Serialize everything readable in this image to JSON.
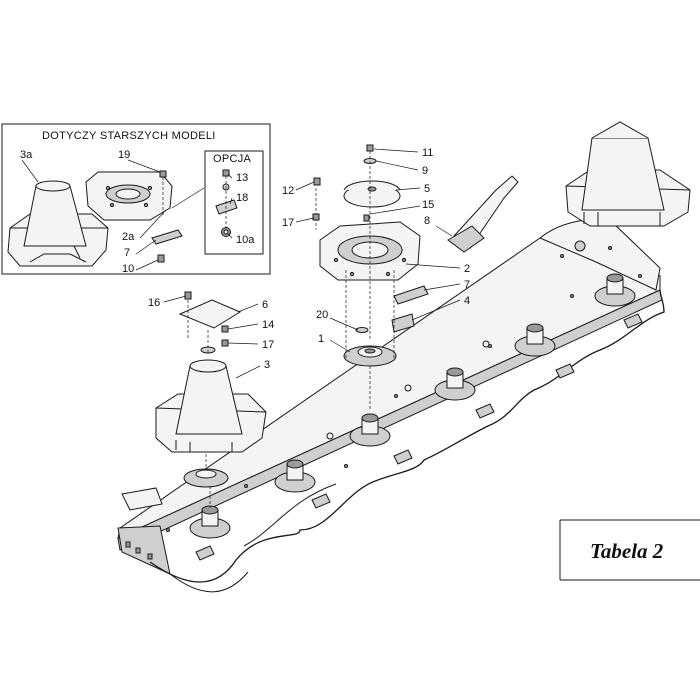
{
  "inset": {
    "title": "DOTYCZY STARSZYCH MODELI",
    "option_label": "OPCJA"
  },
  "table_label": "Tabela 2",
  "callouts": {
    "c3a": "3a",
    "c19": "19",
    "c13": "13",
    "c18": "18",
    "c2a": "2a",
    "c7a": "7",
    "c10": "10",
    "c10a": "10a",
    "c11": "11",
    "c9": "9",
    "c5": "5",
    "c12": "12",
    "c15": "15",
    "c8": "8",
    "c17a": "17",
    "c2": "2",
    "c7b": "7",
    "c4": "4",
    "c20": "20",
    "c1": "1",
    "c16": "16",
    "c6": "6",
    "c14": "14",
    "c17b": "17",
    "c3": "3"
  }
}
